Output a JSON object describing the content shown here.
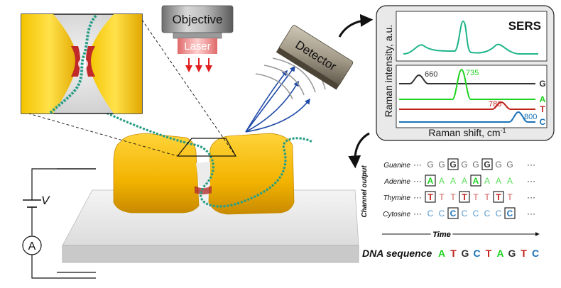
{
  "labels": {
    "objective": "Objective",
    "laser": "Laser",
    "detector": "Detector",
    "voltage": "V",
    "ammeter": "A",
    "sers": "SERS",
    "y_axis": "Raman intensity, a.u.",
    "x_axis": "Raman shift, cm",
    "x_axis_sup": "-1",
    "channel_output": "Channel output",
    "time": "Time",
    "dna_sequence_label": "DNA sequence"
  },
  "colors": {
    "G": "#333333",
    "A": "#1fd21f",
    "T": "#c0201a",
    "C": "#1a72b8",
    "gold": "#f5b800",
    "sers_curve": "#1fb48a",
    "arrows": "#1f4aa8"
  },
  "spectra": [
    {
      "base": "G",
      "peak_label": "660"
    },
    {
      "base": "A",
      "peak_label": "735"
    },
    {
      "base": "T",
      "peak_label": "780"
    },
    {
      "base": "C",
      "peak_label": "800"
    }
  ],
  "channels": [
    {
      "name": "Guanine",
      "base": "G",
      "letters": [
        "G",
        "G",
        "G",
        "G",
        "G",
        "G",
        "G",
        "G"
      ],
      "boxed": [
        2,
        5
      ]
    },
    {
      "name": "Adenine",
      "base": "A",
      "letters": [
        "A",
        "A",
        "A",
        "A",
        "A",
        "A",
        "A",
        "A"
      ],
      "boxed": [
        0,
        4
      ]
    },
    {
      "name": "Thymine",
      "base": "T",
      "letters": [
        "T",
        "T",
        "T",
        "T",
        "T",
        "T",
        "T",
        "T"
      ],
      "boxed": [
        0,
        3,
        6
      ]
    },
    {
      "name": "Cytosine",
      "base": "C",
      "letters": [
        "C",
        "C",
        "C",
        "C",
        "C",
        "C",
        "C",
        "C"
      ],
      "boxed": [
        2,
        7
      ]
    }
  ],
  "ellipsis": "···",
  "dna_sequence": [
    "A",
    "T",
    "G",
    "C",
    "T",
    "A",
    "G",
    "T",
    "C"
  ]
}
